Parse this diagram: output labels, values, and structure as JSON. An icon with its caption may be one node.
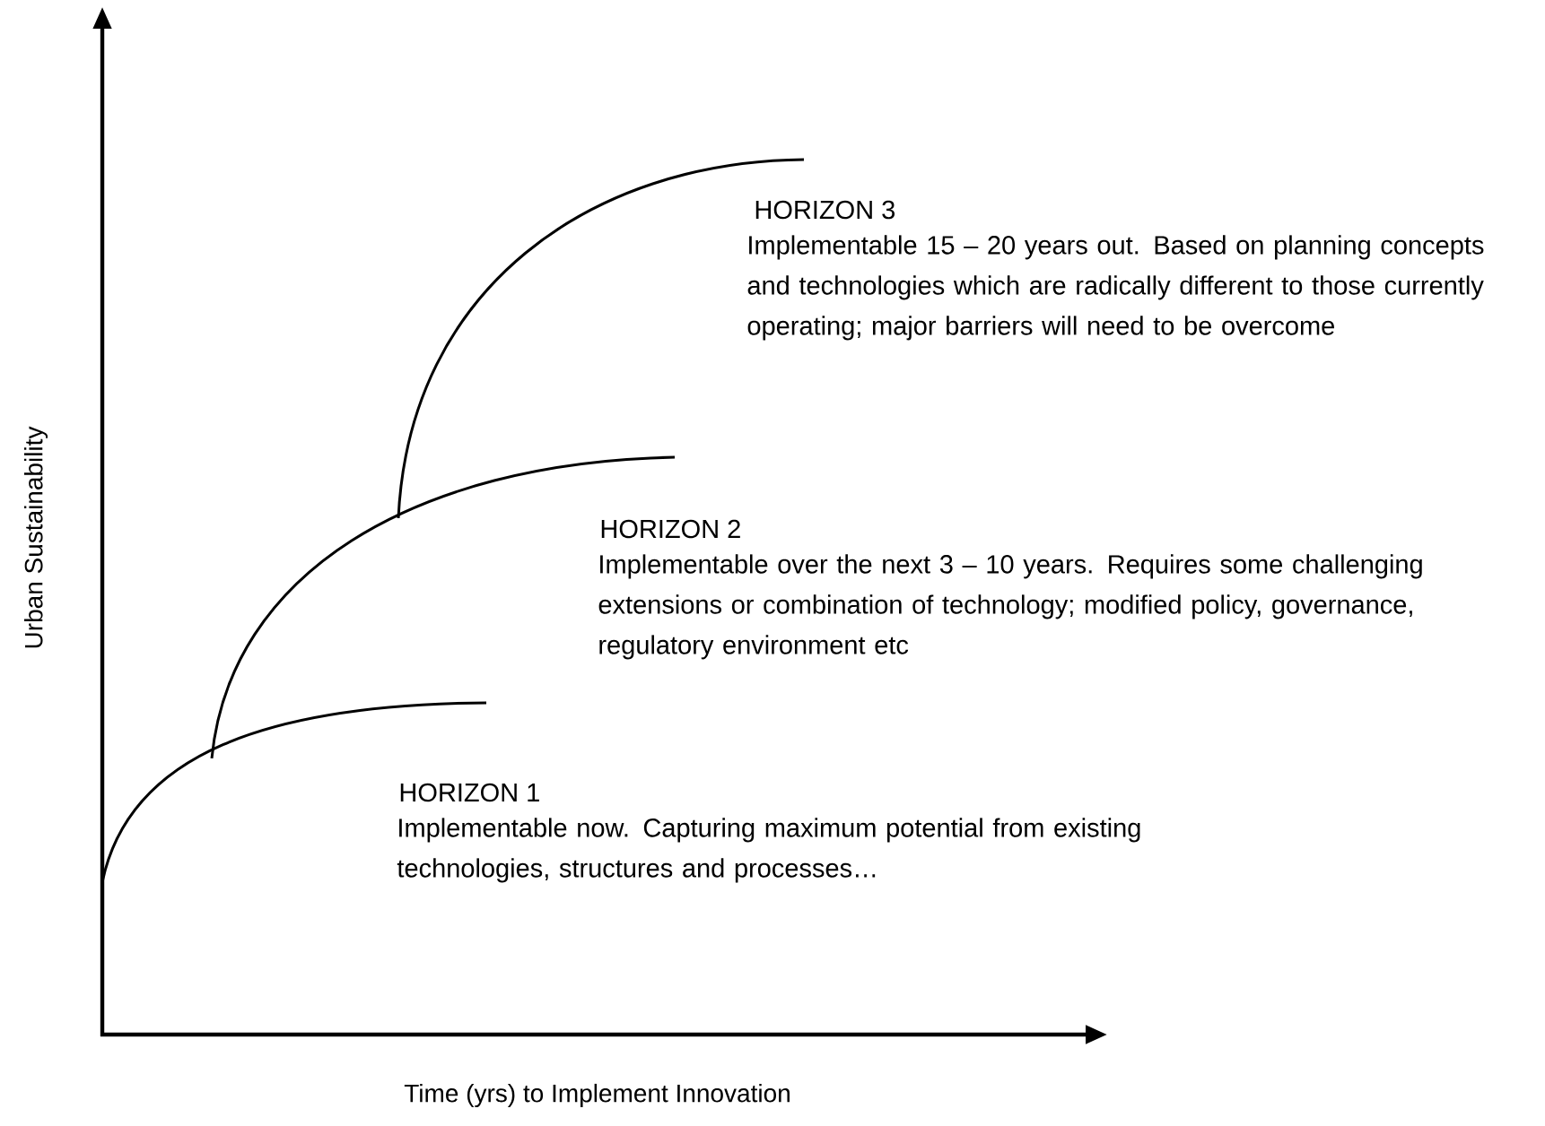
{
  "diagram": {
    "labels": [
      "Urban Sustainability",
      "HORIZON 3",
      "Implementable 15 – 20 years out. Based on planning concepts and technologies which are radically different to those currently operating; major barriers will need to be overcome",
      "HORIZON 2",
      "Implementable over the next 3 – 10 years. Requires some challenging extensions or combination of technology; modified policy, governance, regulatory environment etc",
      "HORIZON 1",
      "Implementable now. Capturing maximum potential from existing technologies, structures and processes…",
      "Time (yrs) to Implement Innovation"
    ]
  }
}
